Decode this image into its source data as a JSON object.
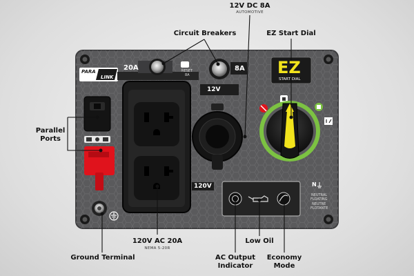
{
  "labels": {
    "dc_title": "12V DC 8A",
    "dc_sub": "AUTOMOTIVE",
    "circuit_breakers": "Circuit Breakers",
    "ez_dial": "EZ Start Dial",
    "parallel_line1": "Parallel",
    "parallel_line2": "Ports",
    "ground_terminal": "Ground Terminal",
    "ac_outlet": "120V AC 20A",
    "ac_outlet_sub": "NEMA 5-20R",
    "ac_indicator_line1": "AC Output",
    "ac_indicator_line2": "Indicator",
    "low_oil": "Low Oil",
    "economy_line1": "Economy",
    "economy_line2": "Mode"
  },
  "panel": {
    "breaker_left": "20A",
    "breaker_right": "8A",
    "reset_line1": "RESET",
    "reset_line2": "8A",
    "dc_socket": "12V",
    "outlet_voltage": "120V",
    "paralink_line1": "PARA",
    "paralink_line2": "LINK",
    "ez_logo": "EZ",
    "ez_logo_sub": "START DIAL",
    "neutral_symbol": "N",
    "neutral_line1": "NEUTRAL",
    "neutral_line2": "FLOATING",
    "neutral_line3": "NEUTRE",
    "neutral_line4": "FLOTANTE"
  },
  "colors": {
    "panel": "#5a5a5c",
    "dial_ring": "#7cc242",
    "dial_knob": "#1a1a1a",
    "dial_pointer": "#f2e31c",
    "parallel_port": "#e0131c",
    "outlet_body": "#1c1c1c",
    "indicator_box": "#242424"
  },
  "icons": [
    "screw-icon",
    "breaker-button-icon",
    "stop-icon",
    "choke-icon",
    "run-icon",
    "battery-icon",
    "ground-icon",
    "oil-can-icon",
    "economy-icon",
    "lightning-icon"
  ]
}
